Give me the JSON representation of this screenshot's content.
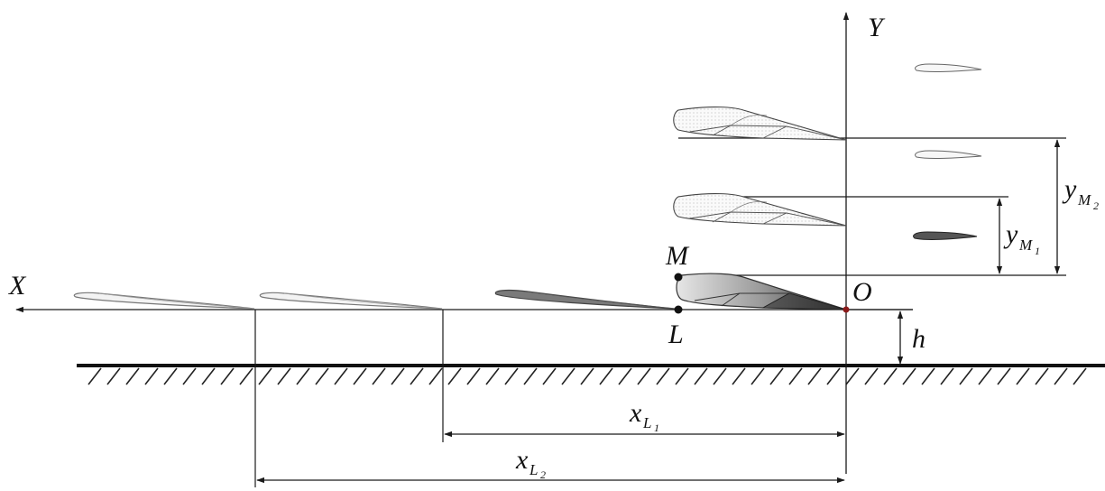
{
  "labels": {
    "y_axis": "Y",
    "x_axis": "X",
    "origin": "O",
    "point_m": "M",
    "point_l": "L",
    "height": "h",
    "x_l": "x",
    "y_m": "y",
    "sub_l": "L",
    "sub_m": "M",
    "idx_1": "1",
    "idx_2": "2"
  },
  "colors": {
    "line": "#1a1a1a",
    "ground": "#111111",
    "wing_light": "#f1f1f1",
    "wing_mid": "#9a9a9a",
    "wing_dark": "#4a4a4a",
    "origin_dot": "#8b1a1a"
  }
}
